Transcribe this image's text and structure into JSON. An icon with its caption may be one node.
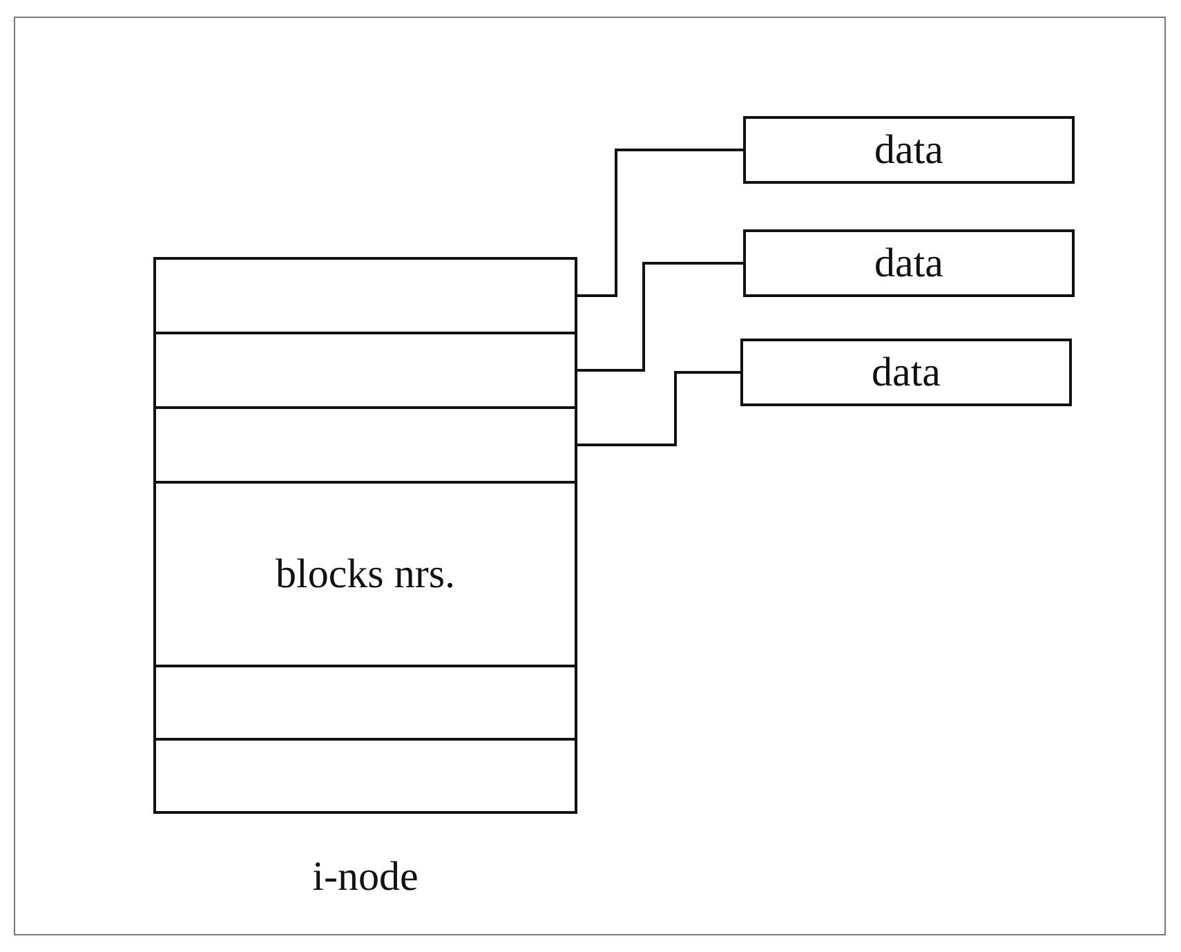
{
  "diagram": {
    "nodes": [
      {
        "text": [
          "i-node"
        ]
      },
      {
        "text": [],
        "shape": "box",
        "in": 0
      },
      {
        "text": [],
        "shape": "box",
        "in": 0
      },
      {
        "text": [],
        "shape": "box",
        "in": 0
      },
      {
        "text": [
          "blocks nrs."
        ],
        "in": 0
      },
      {
        "text": [],
        "shape": "box",
        "in": 0
      },
      {
        "text": [],
        "shape": "box",
        "in": 0
      },
      {
        "text": [
          "data"
        ]
      },
      {
        "text": [
          "data"
        ]
      },
      {
        "text": [
          "data"
        ]
      }
    ],
    "edges": [
      {
        "from": 1,
        "to": 7,
        "arrow": "none"
      },
      {
        "from": 2,
        "to": 8,
        "arrow": "none"
      },
      {
        "from": 3,
        "to": 9,
        "arrow": "none"
      }
    ]
  }
}
